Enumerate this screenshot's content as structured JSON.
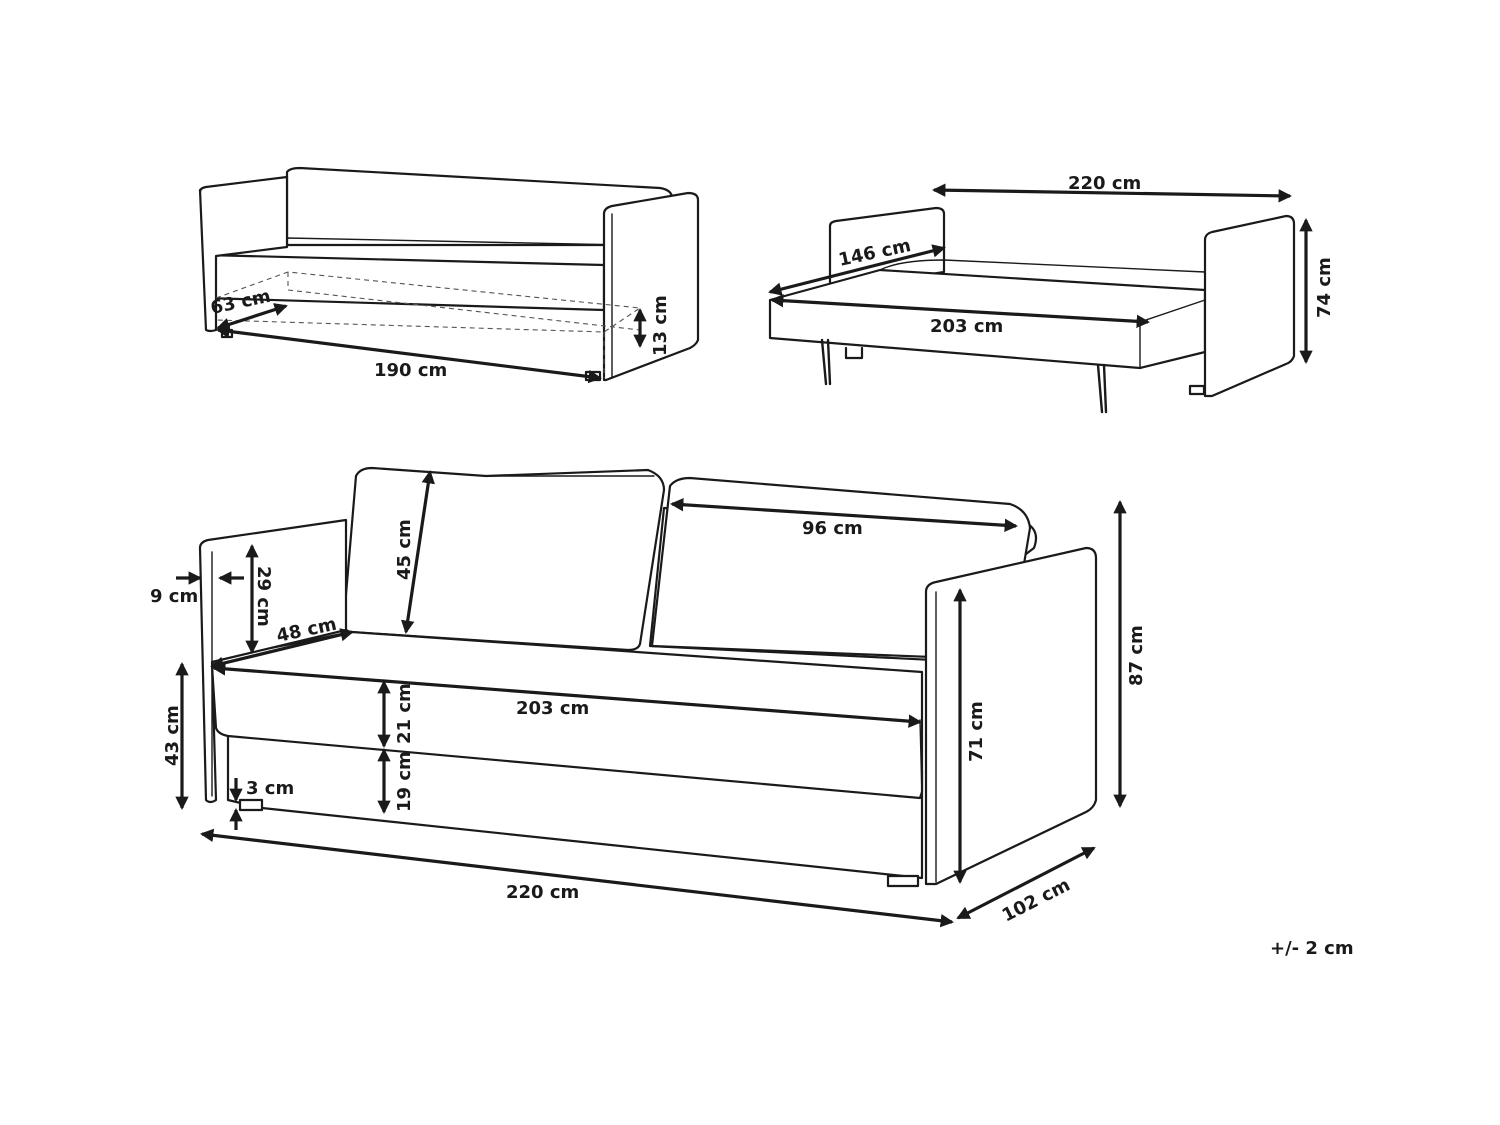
{
  "unit": "cm",
  "tolerance": "+/- 2 cm",
  "views": {
    "folded_top": {
      "bed_depth": "63 cm",
      "bed_length": "190 cm",
      "bed_height": "13 cm"
    },
    "unfolded_top": {
      "total_width": "220 cm",
      "bed_depth": "146 cm",
      "bed_length": "203 cm",
      "total_height": "74 cm"
    },
    "main": {
      "armrest_width": "9 cm",
      "armrest_height_above_seat": "29 cm",
      "cushion_height": "45 cm",
      "cushion_width": "96 cm",
      "seat_depth": "48 cm",
      "seat_width": "203 cm",
      "seat_height": "43 cm",
      "seat_cushion_thickness": "21 cm",
      "base_height": "19 cm",
      "leg_height": "3 cm",
      "armrest_height": "71 cm",
      "total_height": "87 cm",
      "total_width": "220 cm",
      "total_depth": "102 cm"
    }
  }
}
